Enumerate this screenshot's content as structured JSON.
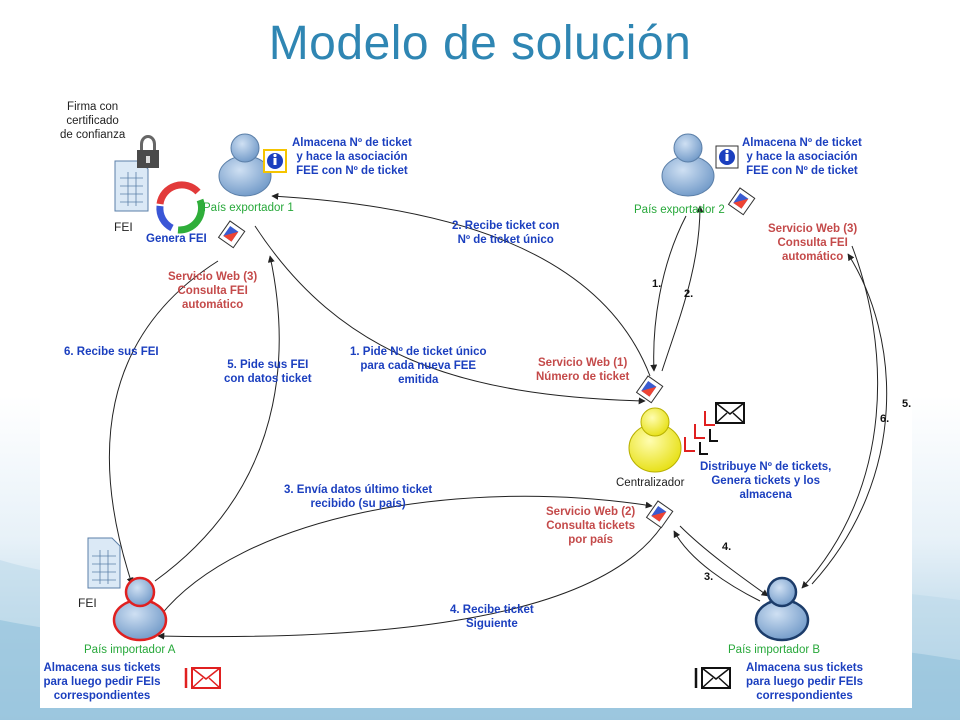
{
  "slide": {
    "title": "Modelo de solución"
  },
  "nodes": {
    "exportador1": "País exportador 1",
    "exportador2": "País exportador 2",
    "centralizador": "Centralizador",
    "importadorA": "País importador A",
    "importadorB": "País importador B"
  },
  "labels": {
    "firma": [
      "Firma con",
      "certificado",
      "de confianza"
    ],
    "fei_top": "FEI",
    "genera_fei": "Genera FEI",
    "fei_bottom": "FEI",
    "almacena_exp1": [
      "Almacena Nº de ticket",
      "y hace la asociación",
      "FEE con Nº de ticket"
    ],
    "almacena_exp2": [
      "Almacena Nº de ticket",
      "y hace la asociación",
      "FEE con Nº de ticket"
    ],
    "ws3_left": [
      "Servicio Web (3)",
      "Consulta FEI",
      "automático"
    ],
    "ws3_right": [
      "Servicio Web (3)",
      "Consulta FEI",
      "automático"
    ],
    "ws1": [
      "Servicio Web (1)",
      "Número de ticket"
    ],
    "ws2": [
      "Servicio Web (2)",
      "Consulta tickets",
      "por país"
    ],
    "distribuye": [
      "Distribuye Nº de tickets,",
      "Genera tickets y los",
      "almacena"
    ],
    "almacena_A": [
      "Almacena sus tickets",
      "para luego pedir FEIs",
      "correspondientes"
    ],
    "almacena_B": [
      "Almacena sus tickets",
      "para luego pedir FEIs",
      "correspondientes"
    ]
  },
  "arrows": {
    "a1": [
      "1. Pide Nº de ticket único",
      "para cada nueva FEE",
      "emitida"
    ],
    "a2": [
      "2. Recibe ticket con",
      "Nº de ticket único"
    ],
    "a3": [
      "3. Envía datos último ticket",
      "recibido (su país)"
    ],
    "a4": [
      "4. Recibe ticket",
      "Siguiente"
    ],
    "a5": [
      "5. Pide sus FEI",
      "con datos ticket"
    ],
    "a6": "6. Recibe sus FEI",
    "r1": "1.",
    "r2": "2.",
    "r3": "3.",
    "r4": "4.",
    "r5": "5.",
    "r6": "6."
  },
  "colors": {
    "title": "#2f86b3",
    "blue_text": "#1b3fbf",
    "red_text": "#c44a4a",
    "green_text": "#27a83a",
    "person_blue": "#7fa8d6",
    "person_yellow": "#f2ee2a",
    "highlight_red": "#e02020",
    "highlight_yellow": "#f5c400"
  }
}
